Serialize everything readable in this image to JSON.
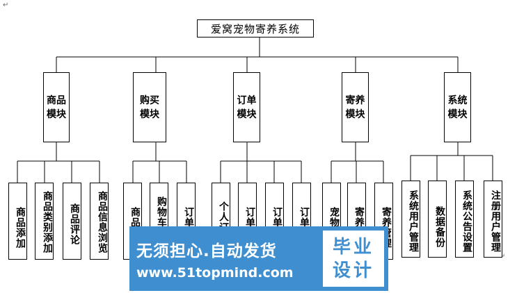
{
  "root": "爱窝宠物寄养系统",
  "modules": [
    {
      "label": "商品模块",
      "children": [
        "商品添加",
        "商品类别添加",
        "商品评论",
        "商品信息浏览"
      ]
    },
    {
      "label": "购买模块",
      "children": [
        "商品购买",
        "购物车管理",
        "订单生成"
      ]
    },
    {
      "label": "订单模块",
      "children": [
        "个人订单",
        "订单审核",
        "订单付款",
        "订单查询"
      ]
    },
    {
      "label": "寄养模块",
      "children": [
        "宠物寄养",
        "寄养支付",
        "寄养管理"
      ]
    },
    {
      "label": "系统模块",
      "children": [
        "系统用户管理",
        "数据备份",
        "系统公告设置",
        "注册用户管理"
      ]
    }
  ],
  "watermark": {
    "slogan": "无须担心.自动发货",
    "url": "www.51topmind.com",
    "tag_line1": "毕业",
    "tag_line2": "设计"
  },
  "paragraph_mark": "↵"
}
